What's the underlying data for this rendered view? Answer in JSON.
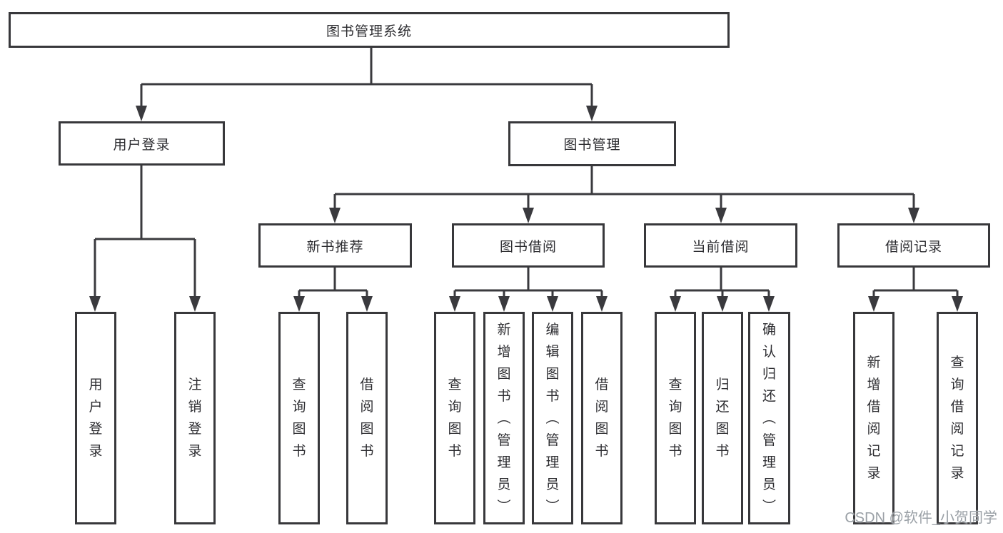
{
  "diagram": {
    "root": {
      "label": "图书管理系统"
    },
    "level2": [
      {
        "label": "用户登录"
      },
      {
        "label": "图书管理"
      }
    ],
    "level3": [
      {
        "label": "新书推荐"
      },
      {
        "label": "图书借阅"
      },
      {
        "label": "当前借阅"
      },
      {
        "label": "借阅记录"
      }
    ],
    "leaves": {
      "login": [
        "用户登录",
        "注销登录"
      ],
      "recommend": [
        "查询图书",
        "借阅图书"
      ],
      "borrow": [
        "查询图书",
        "新增图书（管理员）",
        "编辑图书（管理员）",
        "借阅图书"
      ],
      "current": [
        "查询图书",
        "归还图书",
        "确认归还（管理员）"
      ],
      "records": [
        "新增借阅记录",
        "查询借阅记录"
      ]
    }
  },
  "colors": {
    "line": "#3a3a3e",
    "text": "#2c2c30",
    "watermark_gray": "#9aa0a6"
  },
  "watermark": "CSDN @软件_小贺同学"
}
